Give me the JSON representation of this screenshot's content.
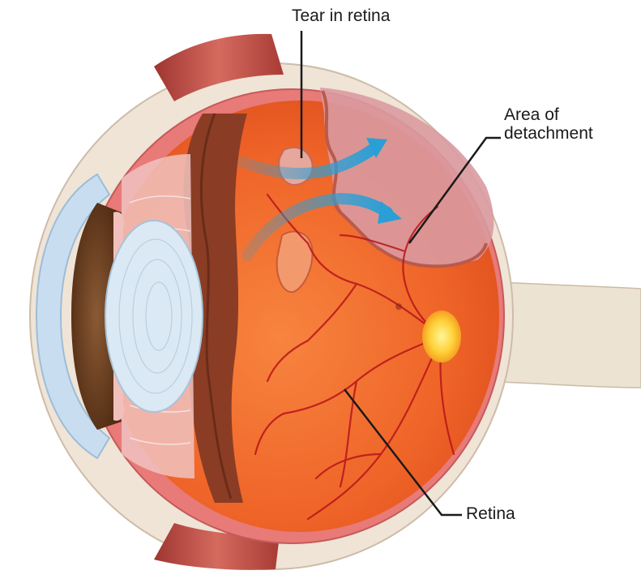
{
  "labels": {
    "tear": "Tear in retina",
    "detachment_line1": "Area of",
    "detachment_line2": "detachment",
    "retina": "Retina"
  },
  "colors": {
    "sclera": "#efe4d6",
    "retina": "#f06428",
    "detached_area": "#d99aa0",
    "muscle": "#c0504a",
    "cornea": "#c8def0",
    "iris": "#6b3a1f",
    "lens": "#dbe9f4",
    "optic_disc": "#ffd23a",
    "arrow": "#2a9fd6",
    "vessel": "#b8141a"
  },
  "icons": {
    "arrows": "fluid-flow-arrow",
    "optic_disc": "optic-disc"
  }
}
